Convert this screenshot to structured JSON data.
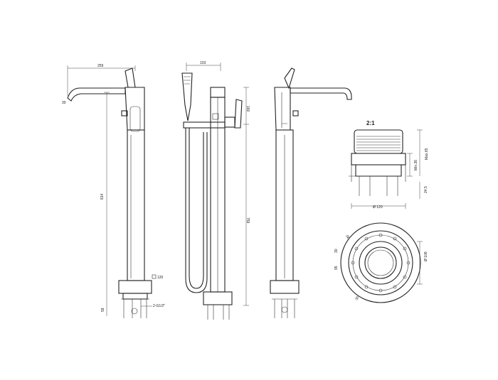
{
  "view1": {
    "spout_width": "259",
    "spout_drop": "30",
    "height": "814",
    "base": "59",
    "square": "120",
    "thread": "2-G1/2\""
  },
  "view2": {
    "top_width": "103",
    "top_drop": "160",
    "height": "759"
  },
  "detail": {
    "scale": "2:1",
    "min": "Min.36",
    "max": "Max.65",
    "bottom": "24.5",
    "diameter": "Ø 120"
  },
  "plan": {
    "diameter": "Ø 108",
    "ang1": "30",
    "ang2": "95",
    "ang3": "30"
  },
  "colors": {
    "stroke": "#222222"
  }
}
